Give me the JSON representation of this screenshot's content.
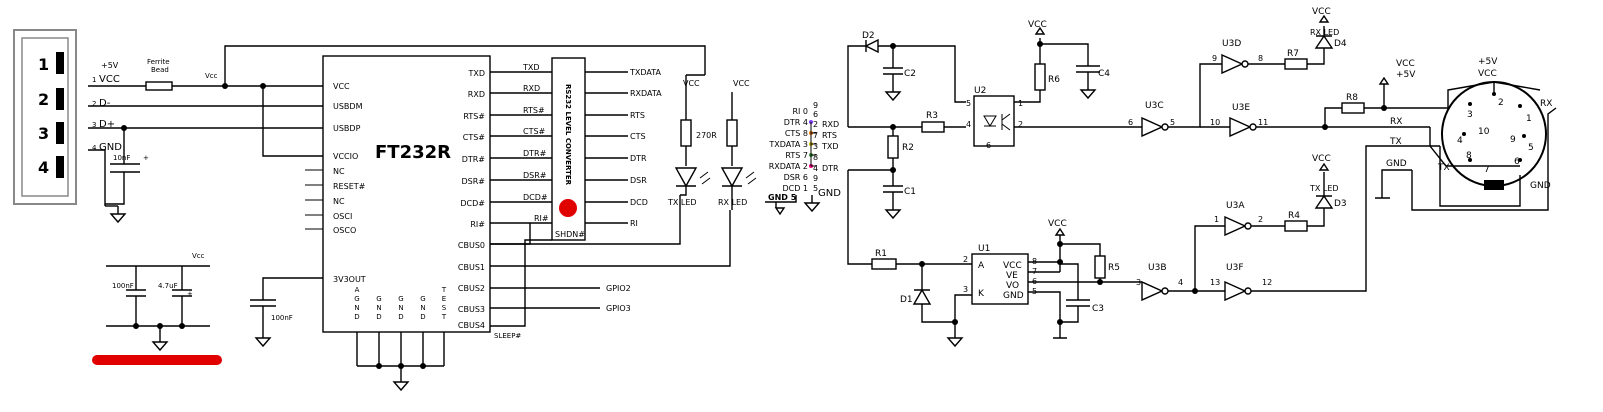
{
  "usb": {
    "vbus_note": "+5V",
    "pins": [
      {
        "num": "1",
        "name": "VCC",
        "glyph": "1"
      },
      {
        "num": "2",
        "name": "D-",
        "glyph": "2"
      },
      {
        "num": "3",
        "name": "D+",
        "glyph": "3"
      },
      {
        "num": "4",
        "name": "GND",
        "glyph": "4"
      }
    ],
    "ferrite_label": [
      "Ferrite",
      "Bead"
    ],
    "vcc_label": "Vcc",
    "cap_label": "10nF"
  },
  "ft232r": {
    "name": "FT232R",
    "left_pins": [
      "VCC",
      "USBDM",
      "USBDP",
      "VCCIO",
      "NC",
      "RESET#",
      "NC",
      "OSCI",
      "OSCO"
    ],
    "right_pins": [
      "TXD",
      "RXD",
      "RTS#",
      "CTS#",
      "DTR#",
      "DSR#",
      "DCD#",
      "RI#",
      "CBUS0",
      "CBUS1",
      "CBUS2",
      "CBUS3",
      "CBUS4"
    ],
    "gnd_pins": [
      [
        "A",
        "G",
        "N",
        "D"
      ],
      [
        "G",
        "N",
        "D"
      ],
      [
        "G",
        "N",
        "D"
      ],
      [
        "G",
        "N",
        "D"
      ],
      [
        "T",
        "E",
        "S",
        "T"
      ]
    ],
    "three_v3_out": "3V3OUT",
    "sleep_label": "SLEEP#",
    "cap_3v3": "100nF"
  },
  "decoupling": {
    "vcc_label": "Vcc",
    "cap1": "100nF",
    "cap2": "4.7uF",
    "plus": "+",
    "highlight_color": "#e00000"
  },
  "converter": {
    "title": "RS232 LEVEL CONVERTER",
    "inputs": [
      "TXD",
      "RXD",
      "RTS#",
      "CTS#",
      "DTR#",
      "DSR#",
      "DCD#",
      "RI#"
    ],
    "outputs": [
      "TXDATA",
      "RXDATA",
      "RTS",
      "CTS",
      "DTR",
      "DSR",
      "DCD",
      "RI"
    ],
    "shdn": "SHDN#",
    "gpio": [
      "GPIO2",
      "GPIO3"
    ],
    "dot_color": "#e00000"
  },
  "leds_left": {
    "vcc1": "VCC",
    "vcc2": "VCC",
    "resistor": "270R",
    "tx": "TX LED",
    "rx": "RX LED"
  },
  "db9": {
    "rows": [
      {
        "left": "RI 0",
        "num": "9",
        "right": ""
      },
      {
        "left": "DTR 4",
        "num": "6",
        "right": ""
      },
      {
        "left": "CTS 8",
        "num": "2",
        "right": "RXD"
      },
      {
        "left": "TXDATA 3",
        "num": "7",
        "right": "RTS"
      },
      {
        "left": "RTS 7",
        "num": "3",
        "right": "TXD"
      },
      {
        "left": "RXDATA 2",
        "num": "8",
        "right": ""
      },
      {
        "left": "DSR 6",
        "num": "4",
        "right": "DTR"
      },
      {
        "left": "DCD 1",
        "num": "9",
        "right": ""
      },
      {
        "left": "",
        "num": "5",
        "right": ""
      }
    ],
    "gnd_left": "GND 5",
    "gnd_right": "GND"
  },
  "isolator": {
    "parts": {
      "d2": "D2",
      "c2": "C2",
      "r2": "R2",
      "c1": "C1",
      "r3": "R3",
      "u2": "U2",
      "r6": "R6",
      "c4": "C4",
      "r1": "R1",
      "d1": "D1",
      "u1": "U1",
      "r5": "R5",
      "c3": "C3"
    },
    "vcc": "VCC",
    "u2_pins": [
      "5",
      "4",
      "1",
      "2",
      "6"
    ],
    "u1_pin_labels": [
      "A",
      "K",
      "VCC",
      "VE",
      "VO",
      "GND"
    ],
    "u1_pin_nums": [
      "2",
      "3",
      "8",
      "7",
      "6",
      "5"
    ]
  },
  "inverters": {
    "gates": [
      {
        "name": "U3D",
        "in": "9",
        "out": "8"
      },
      {
        "name": "U3C",
        "in": "6",
        "out": "5"
      },
      {
        "name": "U3E",
        "in": "10",
        "out": "11"
      },
      {
        "name": "U3A",
        "in": "1",
        "out": "2"
      },
      {
        "name": "U3B",
        "in": "3",
        "out": "4"
      },
      {
        "name": "U3F",
        "in": "13",
        "out": "12"
      }
    ],
    "resistors": {
      "r7": "R7",
      "r8": "R8",
      "r4": "R4"
    },
    "vcc": "VCC",
    "d4": "D4",
    "d3": "D3",
    "rx_led": "RX LED",
    "tx_led": "TX LED",
    "vcc_5v": [
      "VCC",
      "+5V"
    ]
  },
  "midi": {
    "top": [
      "+5V",
      "VCC"
    ],
    "pins": [
      "2",
      "3",
      "1",
      "10",
      "9",
      "4",
      "8",
      "7",
      "6",
      "5"
    ],
    "rx": "RX",
    "tx": "TX",
    "gnd": "GND",
    "rx_line": "RX",
    "tx_line": "TX",
    "gnd_line": "GND"
  }
}
